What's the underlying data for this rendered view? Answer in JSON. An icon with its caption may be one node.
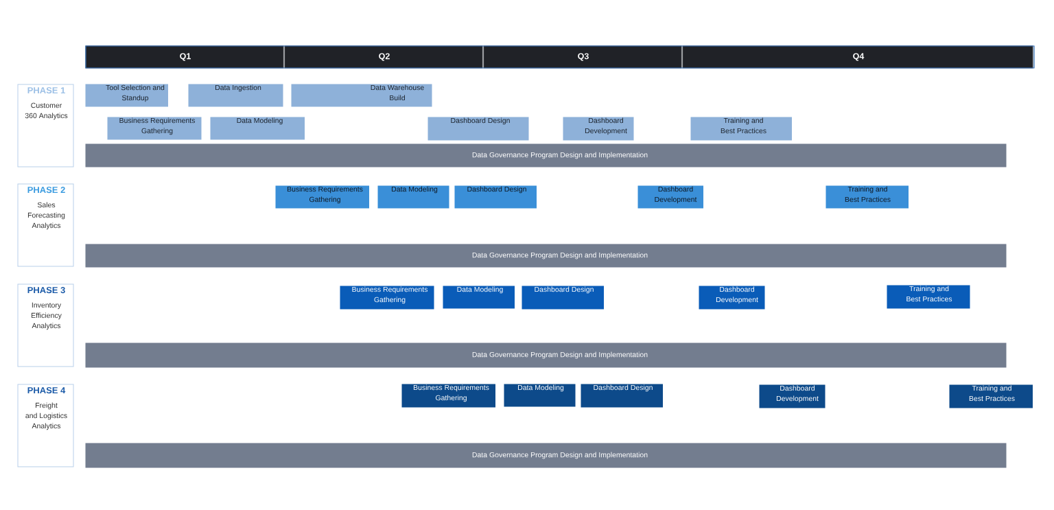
{
  "diagram": {
    "nodes": [
      {
        "text": [
          "Q1"
        ]
      },
      {
        "text": [
          "Q2"
        ]
      },
      {
        "text": [
          "Q3"
        ]
      },
      {
        "text": [
          "Q4"
        ]
      },
      {
        "text": [
          "PHASE 1",
          "Customer 360 Analytics"
        ]
      },
      {
        "text": [
          "Tool Selection and Standup"
        ]
      },
      {
        "text": [
          "Data Ingestion"
        ]
      },
      {
        "text": [
          "Data Warehouse Build"
        ]
      },
      {
        "text": [
          "Business Requirements Gathering"
        ]
      },
      {
        "text": [
          "Data Modeling"
        ]
      },
      {
        "text": [
          "Dashboard Design"
        ]
      },
      {
        "text": [
          "Dashboard Development"
        ]
      },
      {
        "text": [
          "Training and Best Practices"
        ]
      },
      {
        "text": [
          "Data Governance Program Design and Implementation"
        ]
      },
      {
        "text": [
          "PHASE 2",
          "Sales Forecasting Analytics"
        ]
      },
      {
        "text": [
          "Business Requirements Gathering"
        ]
      },
      {
        "text": [
          "Data Modeling"
        ]
      },
      {
        "text": [
          "Dashboard Design"
        ]
      },
      {
        "text": [
          "Dashboard Development"
        ]
      },
      {
        "text": [
          "Training and Best Practices"
        ]
      },
      {
        "text": [
          "Data Governance Program Design and Implementation"
        ]
      },
      {
        "text": [
          "PHASE 3",
          "Inventory Efficiency Analytics"
        ]
      },
      {
        "text": [
          "Business Requirements Gathering"
        ]
      },
      {
        "text": [
          "Data Modeling"
        ]
      },
      {
        "text": [
          "Dashboard Design"
        ]
      },
      {
        "text": [
          "Dashboard Development"
        ]
      },
      {
        "text": [
          "Training and Best Practices"
        ]
      },
      {
        "text": [
          "Data Governance Program Design and Implementation"
        ]
      },
      {
        "text": [
          "PHASE 4",
          "Freight and Logistics Analytics"
        ]
      },
      {
        "text": [
          "Business Requirements Gathering"
        ]
      },
      {
        "text": [
          "Data Modeling"
        ]
      },
      {
        "text": [
          "Dashboard Design"
        ]
      },
      {
        "text": [
          "Dashboard Development"
        ]
      },
      {
        "text": [
          "Training and Best Practices"
        ]
      },
      {
        "text": [
          "Data Governance Program Design and Implementation"
        ]
      }
    ]
  }
}
